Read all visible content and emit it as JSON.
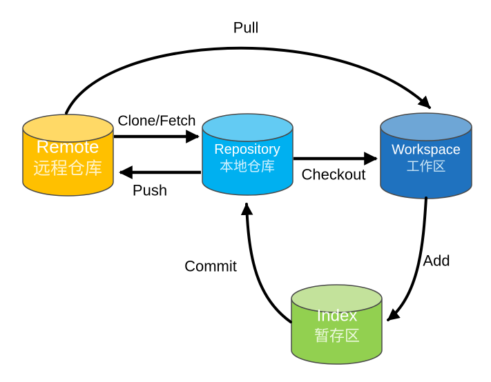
{
  "diagram": {
    "type": "git-workflow",
    "background": "#FFFFFF",
    "arrow_color": "#000000",
    "nodes": {
      "remote": {
        "label_en": "Remote",
        "label_zh": "远程仓库",
        "body_color": "#FFC000",
        "top_color": "#FFD966",
        "shape": "cylinder"
      },
      "repository": {
        "label_en": "Repository",
        "label_zh": "本地仓库",
        "body_color": "#00B0F0",
        "top_color": "#63CBF3",
        "shape": "cylinder"
      },
      "workspace": {
        "label_en": "Workspace",
        "label_zh": "工作区",
        "body_color": "#1F72BF",
        "top_color": "#6EA6D6",
        "shape": "cylinder"
      },
      "index": {
        "label_en": "Index",
        "label_zh": "暂存区",
        "body_color": "#92D050",
        "top_color": "#C3E29B",
        "shape": "cylinder"
      }
    },
    "edges": {
      "pull": {
        "label": "Pull",
        "from": "remote",
        "to": "workspace",
        "style": "curved"
      },
      "clone": {
        "label": "Clone/Fetch",
        "from": "remote",
        "to": "repository",
        "style": "straight"
      },
      "push": {
        "label": "Push",
        "from": "repository",
        "to": "remote",
        "style": "straight"
      },
      "checkout": {
        "label": "Checkout",
        "from": "repository",
        "to": "workspace",
        "style": "straight"
      },
      "add": {
        "label": "Add",
        "from": "workspace",
        "to": "index",
        "style": "curved"
      },
      "commit": {
        "label": "Commit",
        "from": "index",
        "to": "repository",
        "style": "curved"
      }
    }
  }
}
